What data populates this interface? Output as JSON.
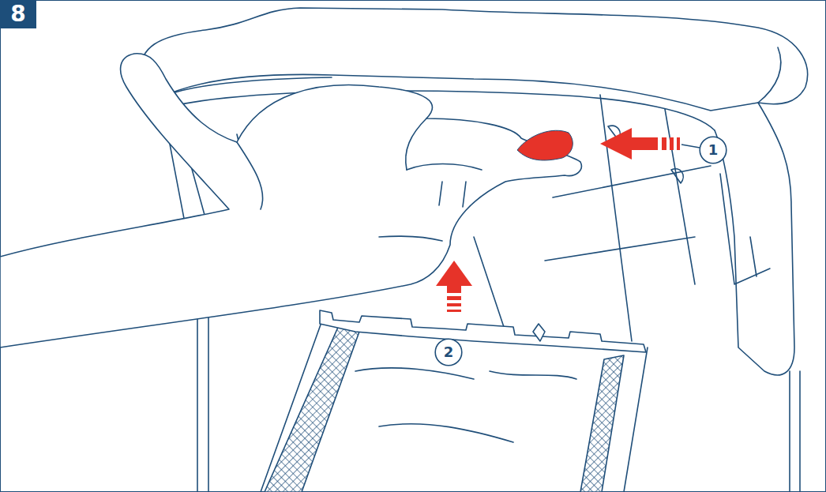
{
  "diagram": {
    "nodes": [
      {
        "text": [
          "8"
        ]
      },
      {
        "text": [
          "1"
        ]
      },
      {
        "text": [
          "2"
        ]
      }
    ]
  }
}
